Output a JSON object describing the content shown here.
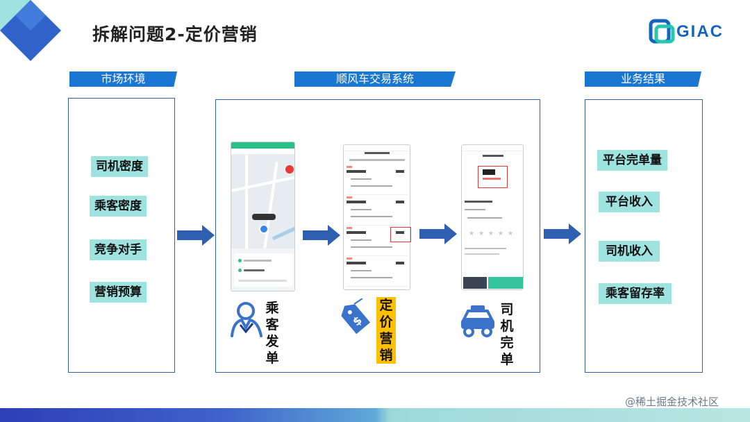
{
  "slide": {
    "title": "拆解问题2-定价营销",
    "logo_text": "GIAC",
    "watermark": "@稀土掘金技术社区"
  },
  "sections": {
    "market": "市场环境",
    "system": "顺风车交易系统",
    "result": "业务结果"
  },
  "market_factors": [
    "司机密度",
    "乘客密度",
    "竞争对手",
    "营销预算"
  ],
  "business_results": [
    "平台完单量",
    "平台收入",
    "司机收入",
    "乘客留存率"
  ],
  "steps": [
    {
      "icon": "passenger-icon",
      "label": "乘客发单"
    },
    {
      "icon": "price-tag-icon",
      "label": "定价营销"
    },
    {
      "icon": "car-icon",
      "label": "司机完单"
    }
  ],
  "colors": {
    "accent_blue": "#1976d2",
    "panel_border": "#2f5fb0",
    "tag_bg": "#9ee3e0",
    "highlight_yellow": "#ffc000",
    "highlight_red": "#e53935"
  }
}
